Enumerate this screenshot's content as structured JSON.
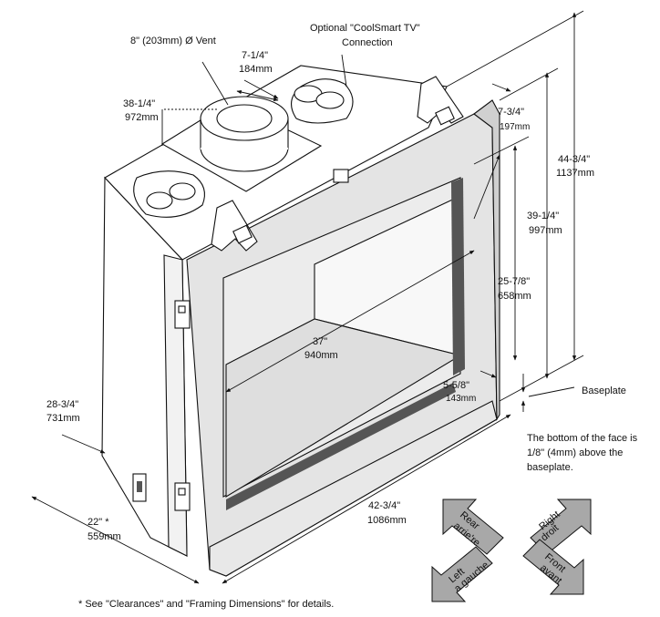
{
  "labels": {
    "vent_line1": "8\" (203mm) Ø Vent",
    "coolsmart_line1": "Optional \"CoolSmart TV\"",
    "coolsmart_line2": "Connection",
    "top_offset_in": "7-1/4\"",
    "top_offset_mm": "184mm",
    "vent_height_in": "38-1/4\"",
    "vent_height_mm": "972mm",
    "top_face_in": "7-3/4\"",
    "top_face_mm": "197mm",
    "overall_height_in": "44-3/4\"",
    "overall_height_mm": "1137mm",
    "opening_height_in": "39-1/4\"",
    "opening_height_mm": "997mm",
    "inner_height_in": "25-7/8\"",
    "inner_height_mm": "658mm",
    "diag_in": "37\"",
    "diag_mm": "940mm",
    "bottom_face_in": "5-5/8\"",
    "bottom_face_mm": "143mm",
    "baseplate": "Baseplate",
    "note_line1": "The bottom of the face is",
    "note_line2": "1/8\" (4mm) above the",
    "note_line3": "baseplate.",
    "side_depth_in": "28-3/4\"",
    "side_depth_mm": "731mm",
    "depth_in": "22\" *",
    "depth_mm": "559mm",
    "width_in": "42-3/4\"",
    "width_mm": "1086mm",
    "footnote": "* See \"Clearances\" and \"Framing Dimensions\" for details."
  },
  "compass": {
    "rear_l1": "Rear",
    "rear_l2": "arrie're",
    "right_l1": "Right",
    "right_l2": "droit",
    "left_l1": "Left",
    "left_l2": "a gauche",
    "front_l1": "Front",
    "front_l2": "avant",
    "fill_color": "#a8a8a8"
  },
  "colors": {
    "body_fill": "#ffffff",
    "frame_fill": "#e4e4e4",
    "dark_trim": "#555555",
    "firebox_fill": "#ececec"
  }
}
